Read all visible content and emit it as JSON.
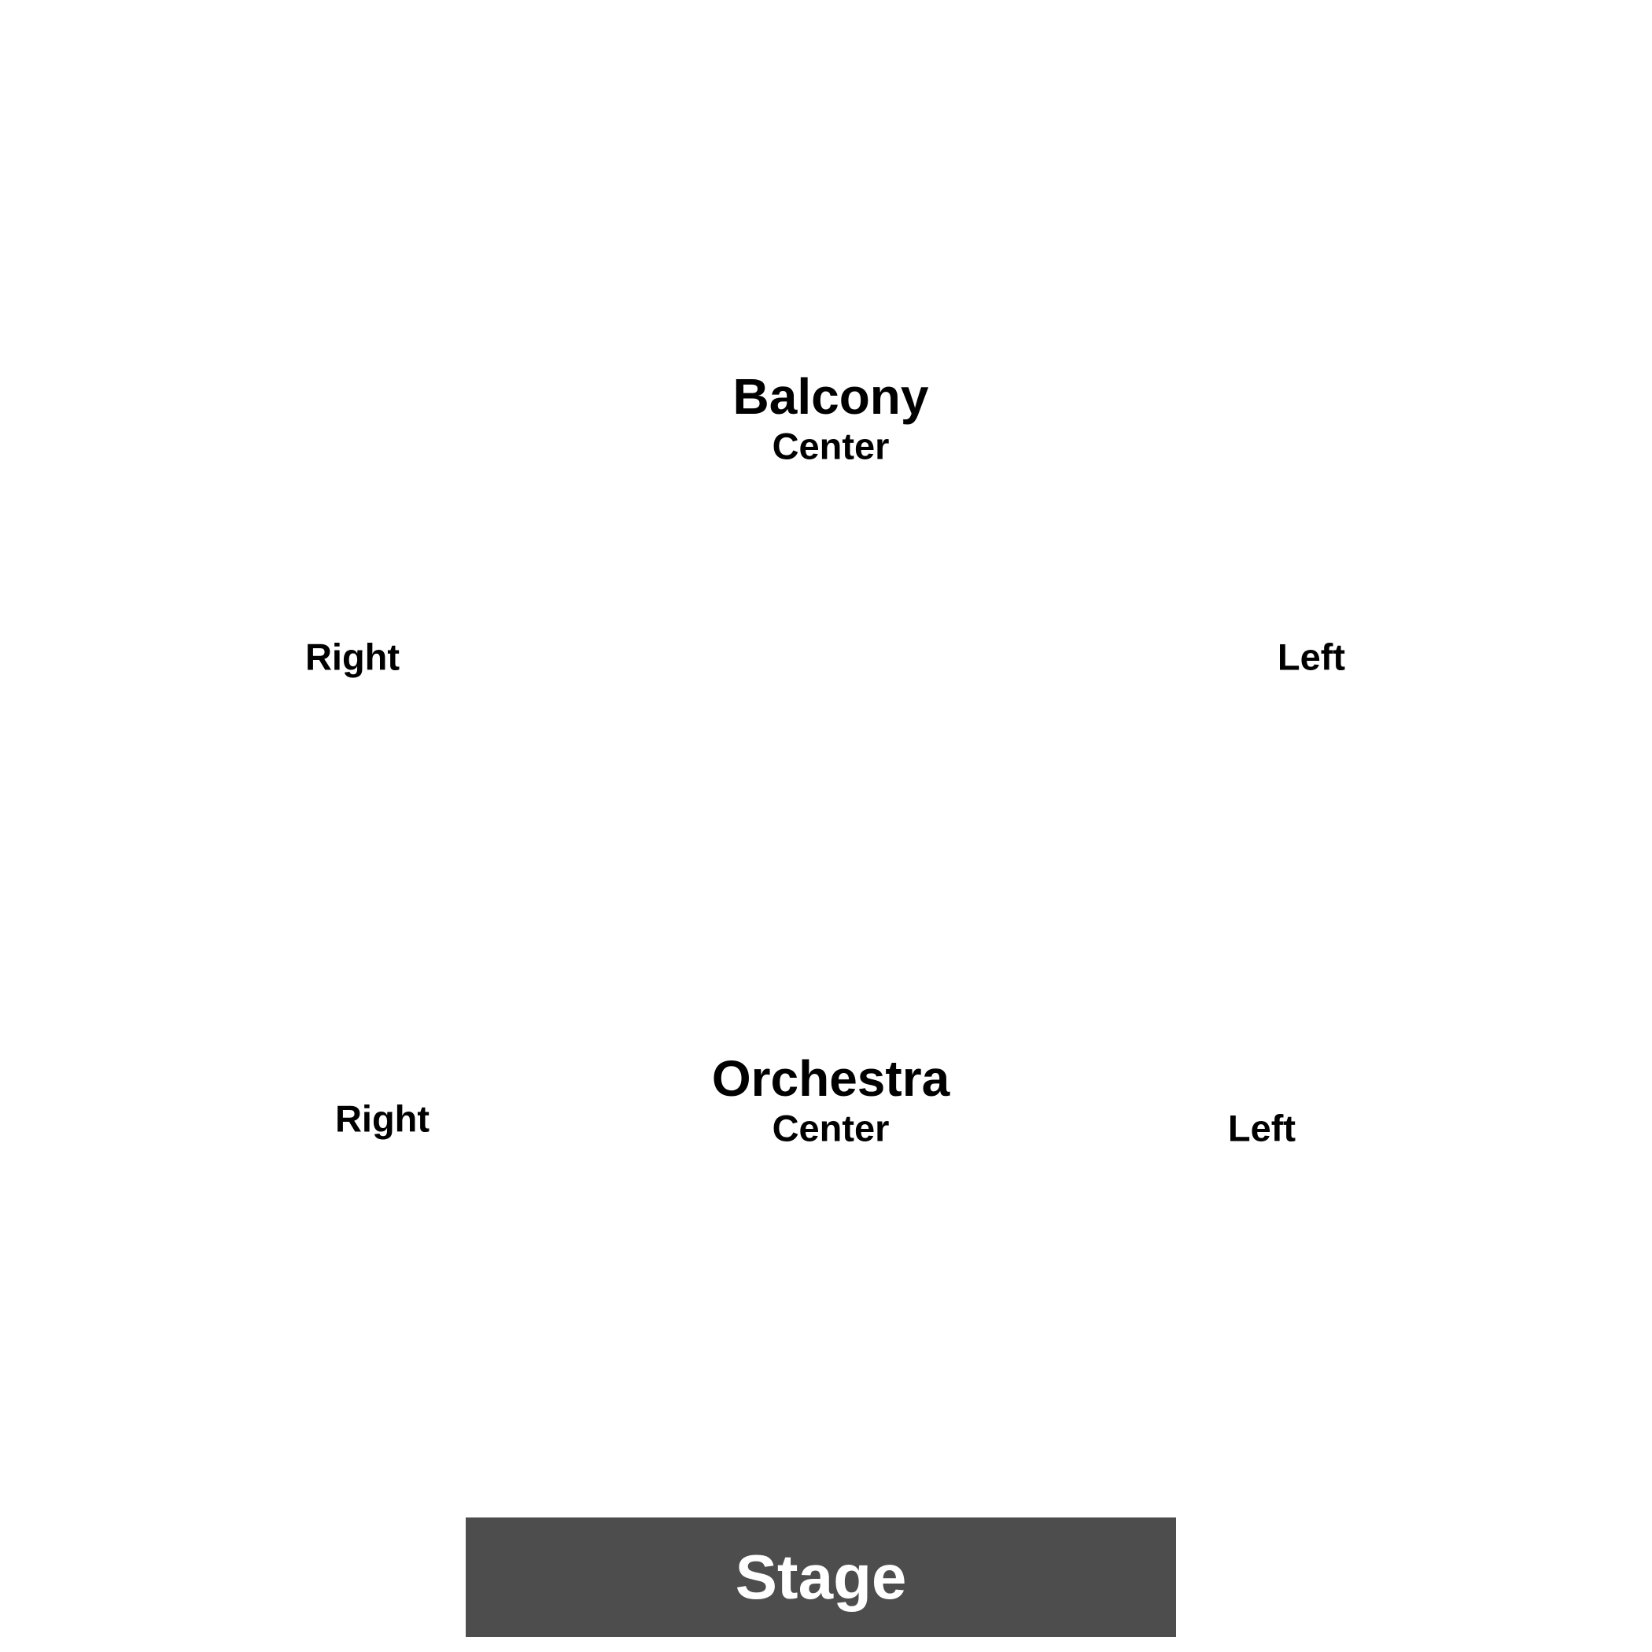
{
  "balcony": {
    "title": "Balcony",
    "center": "Center",
    "right": "Right",
    "left": "Left"
  },
  "orchestra": {
    "title": "Orchestra",
    "center": "Center",
    "right": "Right",
    "left": "Left"
  },
  "stage": {
    "label": "Stage",
    "color": "#4d4d4d"
  }
}
